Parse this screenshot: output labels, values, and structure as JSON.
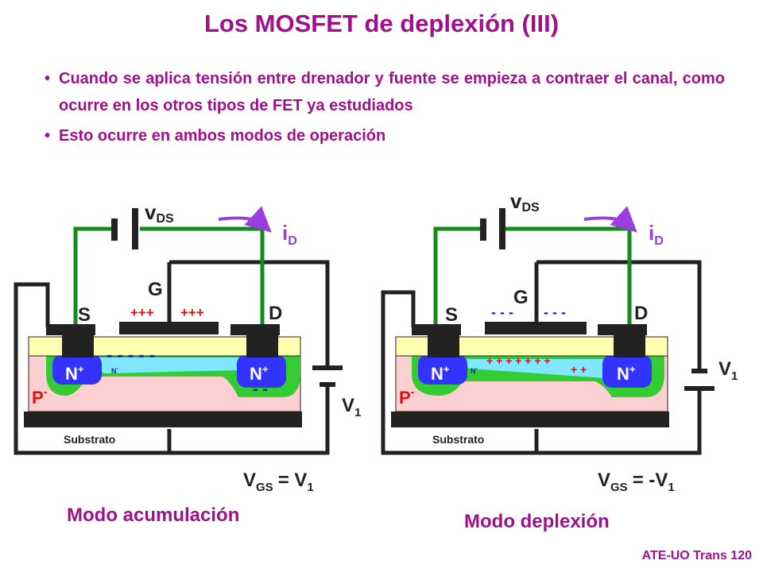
{
  "title": "Los MOSFET de deplexión (III)",
  "bullets": [
    "Cuando se aplica tensión entre drenador y fuente se empieza a contraer el canal, como ocurre en los otros tipos de FET ya estudiados",
    "Esto ocurre en ambos modos de operación"
  ],
  "footer": "ATE-UO Trans 120",
  "colors": {
    "title": "#a0108a",
    "mode_label": "#a0108a",
    "wire_green": "#138c1a",
    "current_arrow": "#9a3ee0",
    "substrate_pink": "#fcd0d0",
    "depletion_green": "#33cc33",
    "n_plus_blue": "#3333ff",
    "channel_cyan": "#7fe8ff",
    "oxide_yellow": "#ffffb0",
    "charge_blue": "#1a1ad0",
    "p_minus_red": "#e01010"
  },
  "left_circuit": {
    "vds_main": "v",
    "vds_sub": "DS",
    "id_main": "i",
    "id_sub": "D",
    "gate": "G",
    "source": "S",
    "drain": "D",
    "gate_charges_1": "+++",
    "gate_charges_2": "+++",
    "channel_charges": "- - - - -",
    "drain_charges": "- -",
    "n_plus_main": "N",
    "n_plus_sup": "+",
    "n_minus_main": "N",
    "n_minus_sup": "-",
    "p_main": "P",
    "p_sup": "-",
    "substrate": "Substrato",
    "v1_main": "V",
    "v1_sub": "1",
    "vgs_main": "V",
    "vgs_sub": "GS",
    "vgs_eq": "= V",
    "vgs_eq_sub": "1",
    "mode": "Modo acumulación"
  },
  "right_circuit": {
    "vds_main": "v",
    "vds_sub": "DS",
    "id_main": "i",
    "id_sub": "D",
    "gate": "G",
    "source": "S",
    "drain": "D",
    "gate_charges_1": "- - -",
    "gate_charges_2": "- - -",
    "channel_charges": "+ + + + + + +",
    "drain_charges": "+ +",
    "n_plus_main": "N",
    "n_plus_sup": "+",
    "n_minus_main": "N",
    "n_minus_sup": "-",
    "p_main": "P",
    "p_sup": "-",
    "substrate": "Substrato",
    "v1_main": "V",
    "v1_sub": "1",
    "vgs_main": "V",
    "vgs_sub": "GS",
    "vgs_eq": "= -V",
    "vgs_eq_sub": "1",
    "mode": "Modo deplexión"
  }
}
